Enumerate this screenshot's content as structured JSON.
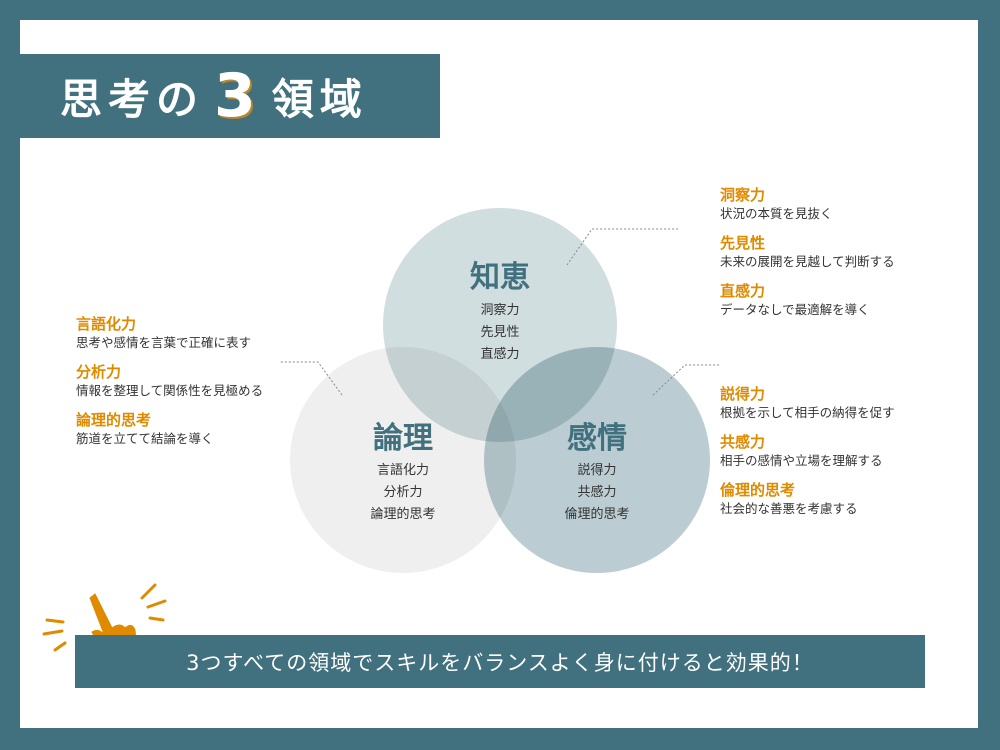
{
  "title": {
    "prefix": "思考の",
    "number": "3",
    "suffix": "領域"
  },
  "circles": [
    {
      "label": "知恵",
      "items": [
        "洞察力",
        "先見性",
        "直感力"
      ]
    },
    {
      "label": "論理",
      "items": [
        "言語化力",
        "分析力",
        "論理的思考"
      ]
    },
    {
      "label": "感情",
      "items": [
        "説得力",
        "共感力",
        "倫理的思考"
      ]
    }
  ],
  "wisdom_notes": [
    {
      "h": "洞察力",
      "d": "状況の本質を見抜く"
    },
    {
      "h": "先見性",
      "d": "未来の展開を見越して判断する"
    },
    {
      "h": "直感力",
      "d": "データなしで最適解を導く"
    }
  ],
  "logic_notes": [
    {
      "h": "言語化力",
      "d": "思考や感情を言葉で正確に表す"
    },
    {
      "h": "分析力",
      "d": "情報を整理して関係性を見極める"
    },
    {
      "h": "論理的思考",
      "d": "筋道を立てて結論を導く"
    }
  ],
  "emotion_notes": [
    {
      "h": "説得力",
      "d": "根拠を示して相手の納得を促す"
    },
    {
      "h": "共感力",
      "d": "相手の感情や立場を理解する"
    },
    {
      "h": "倫理的思考",
      "d": "社会的な善悪を考慮する"
    }
  ],
  "banner": "3つすべての領域でスキルをバランスよく身に付けると効果的！",
  "colors": {
    "teal": "#41717e",
    "orange": "#e08a00"
  }
}
